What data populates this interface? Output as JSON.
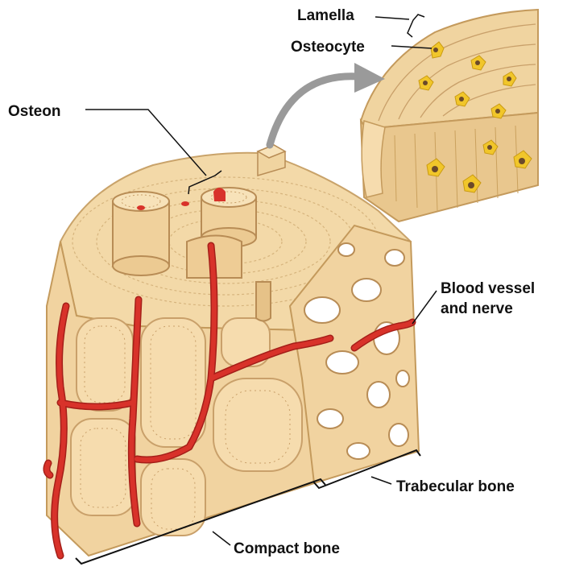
{
  "labels": {
    "lamella": "Lamella",
    "osteocyte": "Osteocyte",
    "osteon": "Osteon",
    "blood_vessel_line1": "Blood vessel",
    "blood_vessel_line2": "and nerve",
    "trabecular_bone": "Trabecular bone",
    "compact_bone": "Compact bone"
  },
  "colors": {
    "bone": "#f2d6a3",
    "bone_dark": "#d9b67c",
    "bone_shadow": "#c49a5c",
    "vessel": "#d8322a",
    "vessel_dark": "#a51f19",
    "osteocyte": "#f1c62a",
    "osteocyte_nucleus": "#6b4a2a",
    "arrow": "#9a9a9a",
    "line": "#111111"
  }
}
